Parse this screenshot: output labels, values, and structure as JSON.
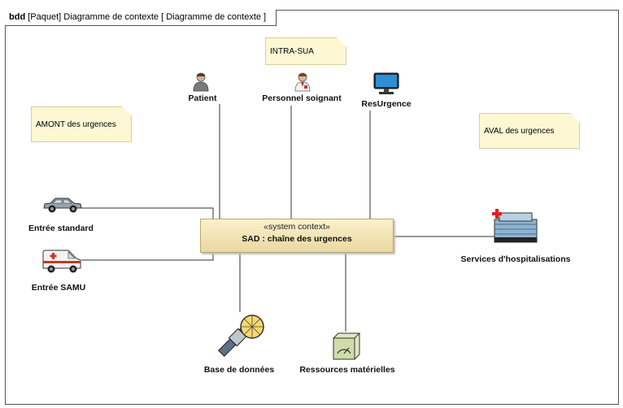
{
  "diagram": {
    "frame": {
      "kind": "bdd",
      "title": "[Paquet] Diagramme de contexte [ Diagramme de contexte ]"
    },
    "notes": {
      "intra": "INTRA-SUA",
      "amont": "AMONT des urgences",
      "aval": "AVAL des urgences"
    },
    "system": {
      "stereotype": "«system context»",
      "name": "SAD : chaîne des urgences"
    },
    "actors": {
      "patient": {
        "label": "Patient",
        "icon": "patient-icon"
      },
      "personnel": {
        "label": "Personnel soignant",
        "icon": "doctor-icon"
      },
      "resurgence": {
        "label": "ResUrgence",
        "icon": "monitor-icon"
      },
      "entree_standard": {
        "label": "Entrée standard",
        "icon": "car-icon"
      },
      "entree_samu": {
        "label": "Entrée SAMU",
        "icon": "ambulance-icon"
      },
      "services": {
        "label": "Services d'hospitalisations",
        "icon": "hospital-icon"
      },
      "bdd": {
        "label": "Base de données",
        "icon": "satellite-icon"
      },
      "ressources": {
        "label": "Ressources matérielles",
        "icon": "gauge-box-icon"
      }
    },
    "colors": {
      "note_fill": "#fdf7d4",
      "system_fill": "#f4e6b5",
      "line": "#333333"
    }
  }
}
